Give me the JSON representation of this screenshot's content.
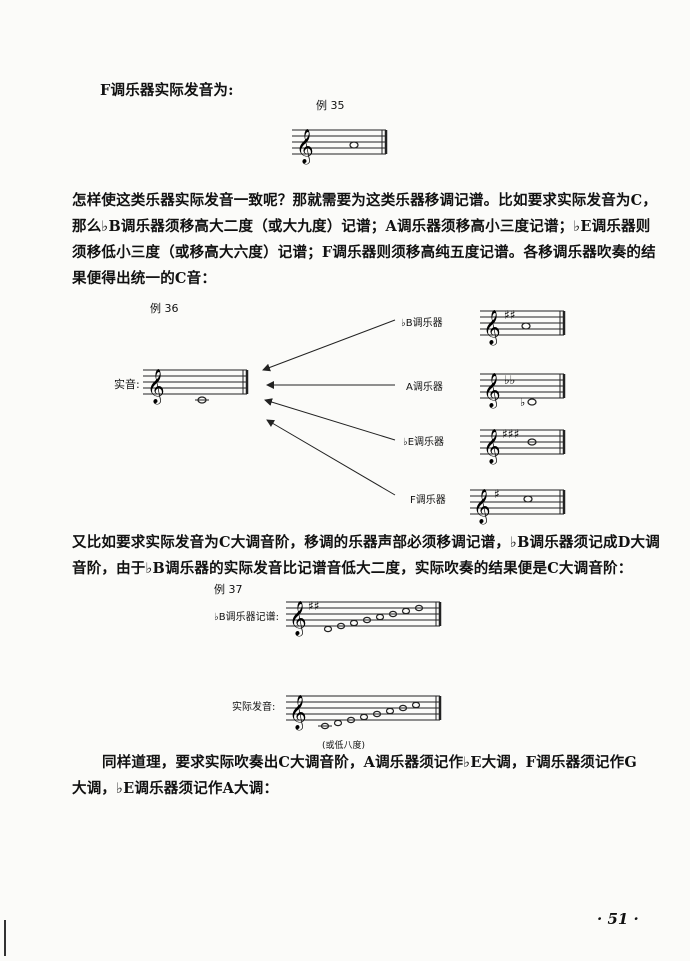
{
  "heading_f": "F调乐器实际发音为:",
  "ex35": "例 35",
  "para1": [
    "怎样使这类乐器实际发音一致呢？那就需要为这类乐器移调记谱。比如要求实际发音为C，",
    "那么♭B调乐器须移高大二度（或大九度）记谱；A调乐器须移高小三度记谱；♭E调乐器则",
    "须移低小三度（或移高大六度）记谱；F调乐器则须移高纯五度记谱。各移调乐器吹奏的结",
    "果便得出统一的C音："
  ],
  "ex36": {
    "label": "例 36",
    "actual": "实音:",
    "instruments": [
      "♭B调乐器",
      "A调乐器",
      "♭E调乐器",
      "F调乐器"
    ]
  },
  "para2": [
    "又比如要求实际发音为C大调音阶，移调的乐器声部必须移调记谱，♭B调乐器须记成D大调",
    "音阶，由于♭B调乐器的实际发音比记谱音低大二度，实际吹奏的结果便是C大调音阶："
  ],
  "ex37": {
    "label": "例 37",
    "written": "♭B调乐器记谱:",
    "sounding": "实际发音:",
    "note": "(或低八度)"
  },
  "para3": [
    "同样道理，要求实际吹奏出C大调音阶，A调乐器须记作♭E大调，F调乐器须记作G",
    "大调，♭E调乐器须记作A大调："
  ],
  "page_number": "· 51 ·"
}
